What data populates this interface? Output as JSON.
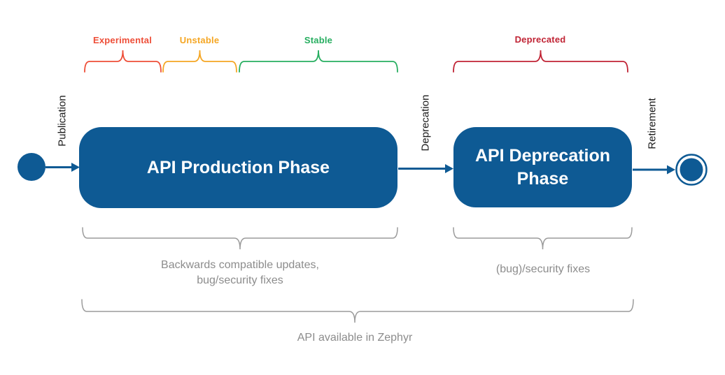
{
  "colors": {
    "blue": "#0E5A94",
    "experimental": "#EE4E38",
    "unstable": "#F5A623",
    "stable": "#27AE60",
    "deprecated": "#C02334",
    "gray_line": "#9B9B9B",
    "gray_text": "#8C8C8C",
    "label_text": "#1A1A1A"
  },
  "stages": {
    "experimental": "Experimental",
    "unstable": "Unstable",
    "stable": "Stable",
    "deprecated": "Deprecated"
  },
  "transitions": {
    "publication": "Publication",
    "deprecation": "Deprecation",
    "retirement": "Retirement"
  },
  "phases": {
    "production": "API Production Phase",
    "deprecation": "API Deprecation Phase"
  },
  "annotations": {
    "production_note": [
      "Backwards compatible updates,",
      "bug/security fixes"
    ],
    "deprecation_note": "(bug)/security fixes",
    "overall_note": "API available in Zephyr"
  }
}
